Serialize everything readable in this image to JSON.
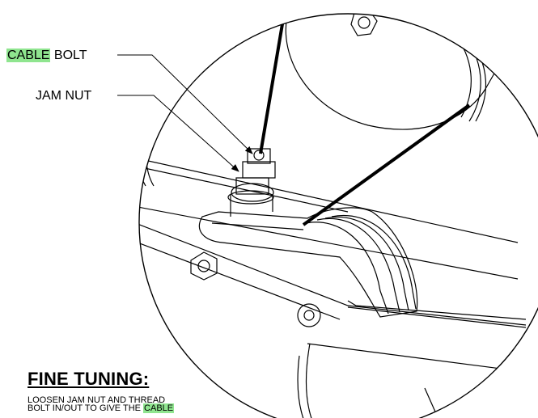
{
  "callouts": {
    "cable_bolt": {
      "highlight": "CABLE",
      "rest": " BOLT"
    },
    "jam_nut": "JAM NUT"
  },
  "fine_tuning": {
    "title": "FINE TUNING:",
    "line1": "LOOSEN JAM NUT AND THREAD",
    "line2_prefix": "BOLT IN/OUT TO GIVE THE ",
    "line2_highlight": "CABLE"
  },
  "colors": {
    "highlight": "#8fe58f",
    "line": "#000000",
    "background": "#ffffff"
  }
}
